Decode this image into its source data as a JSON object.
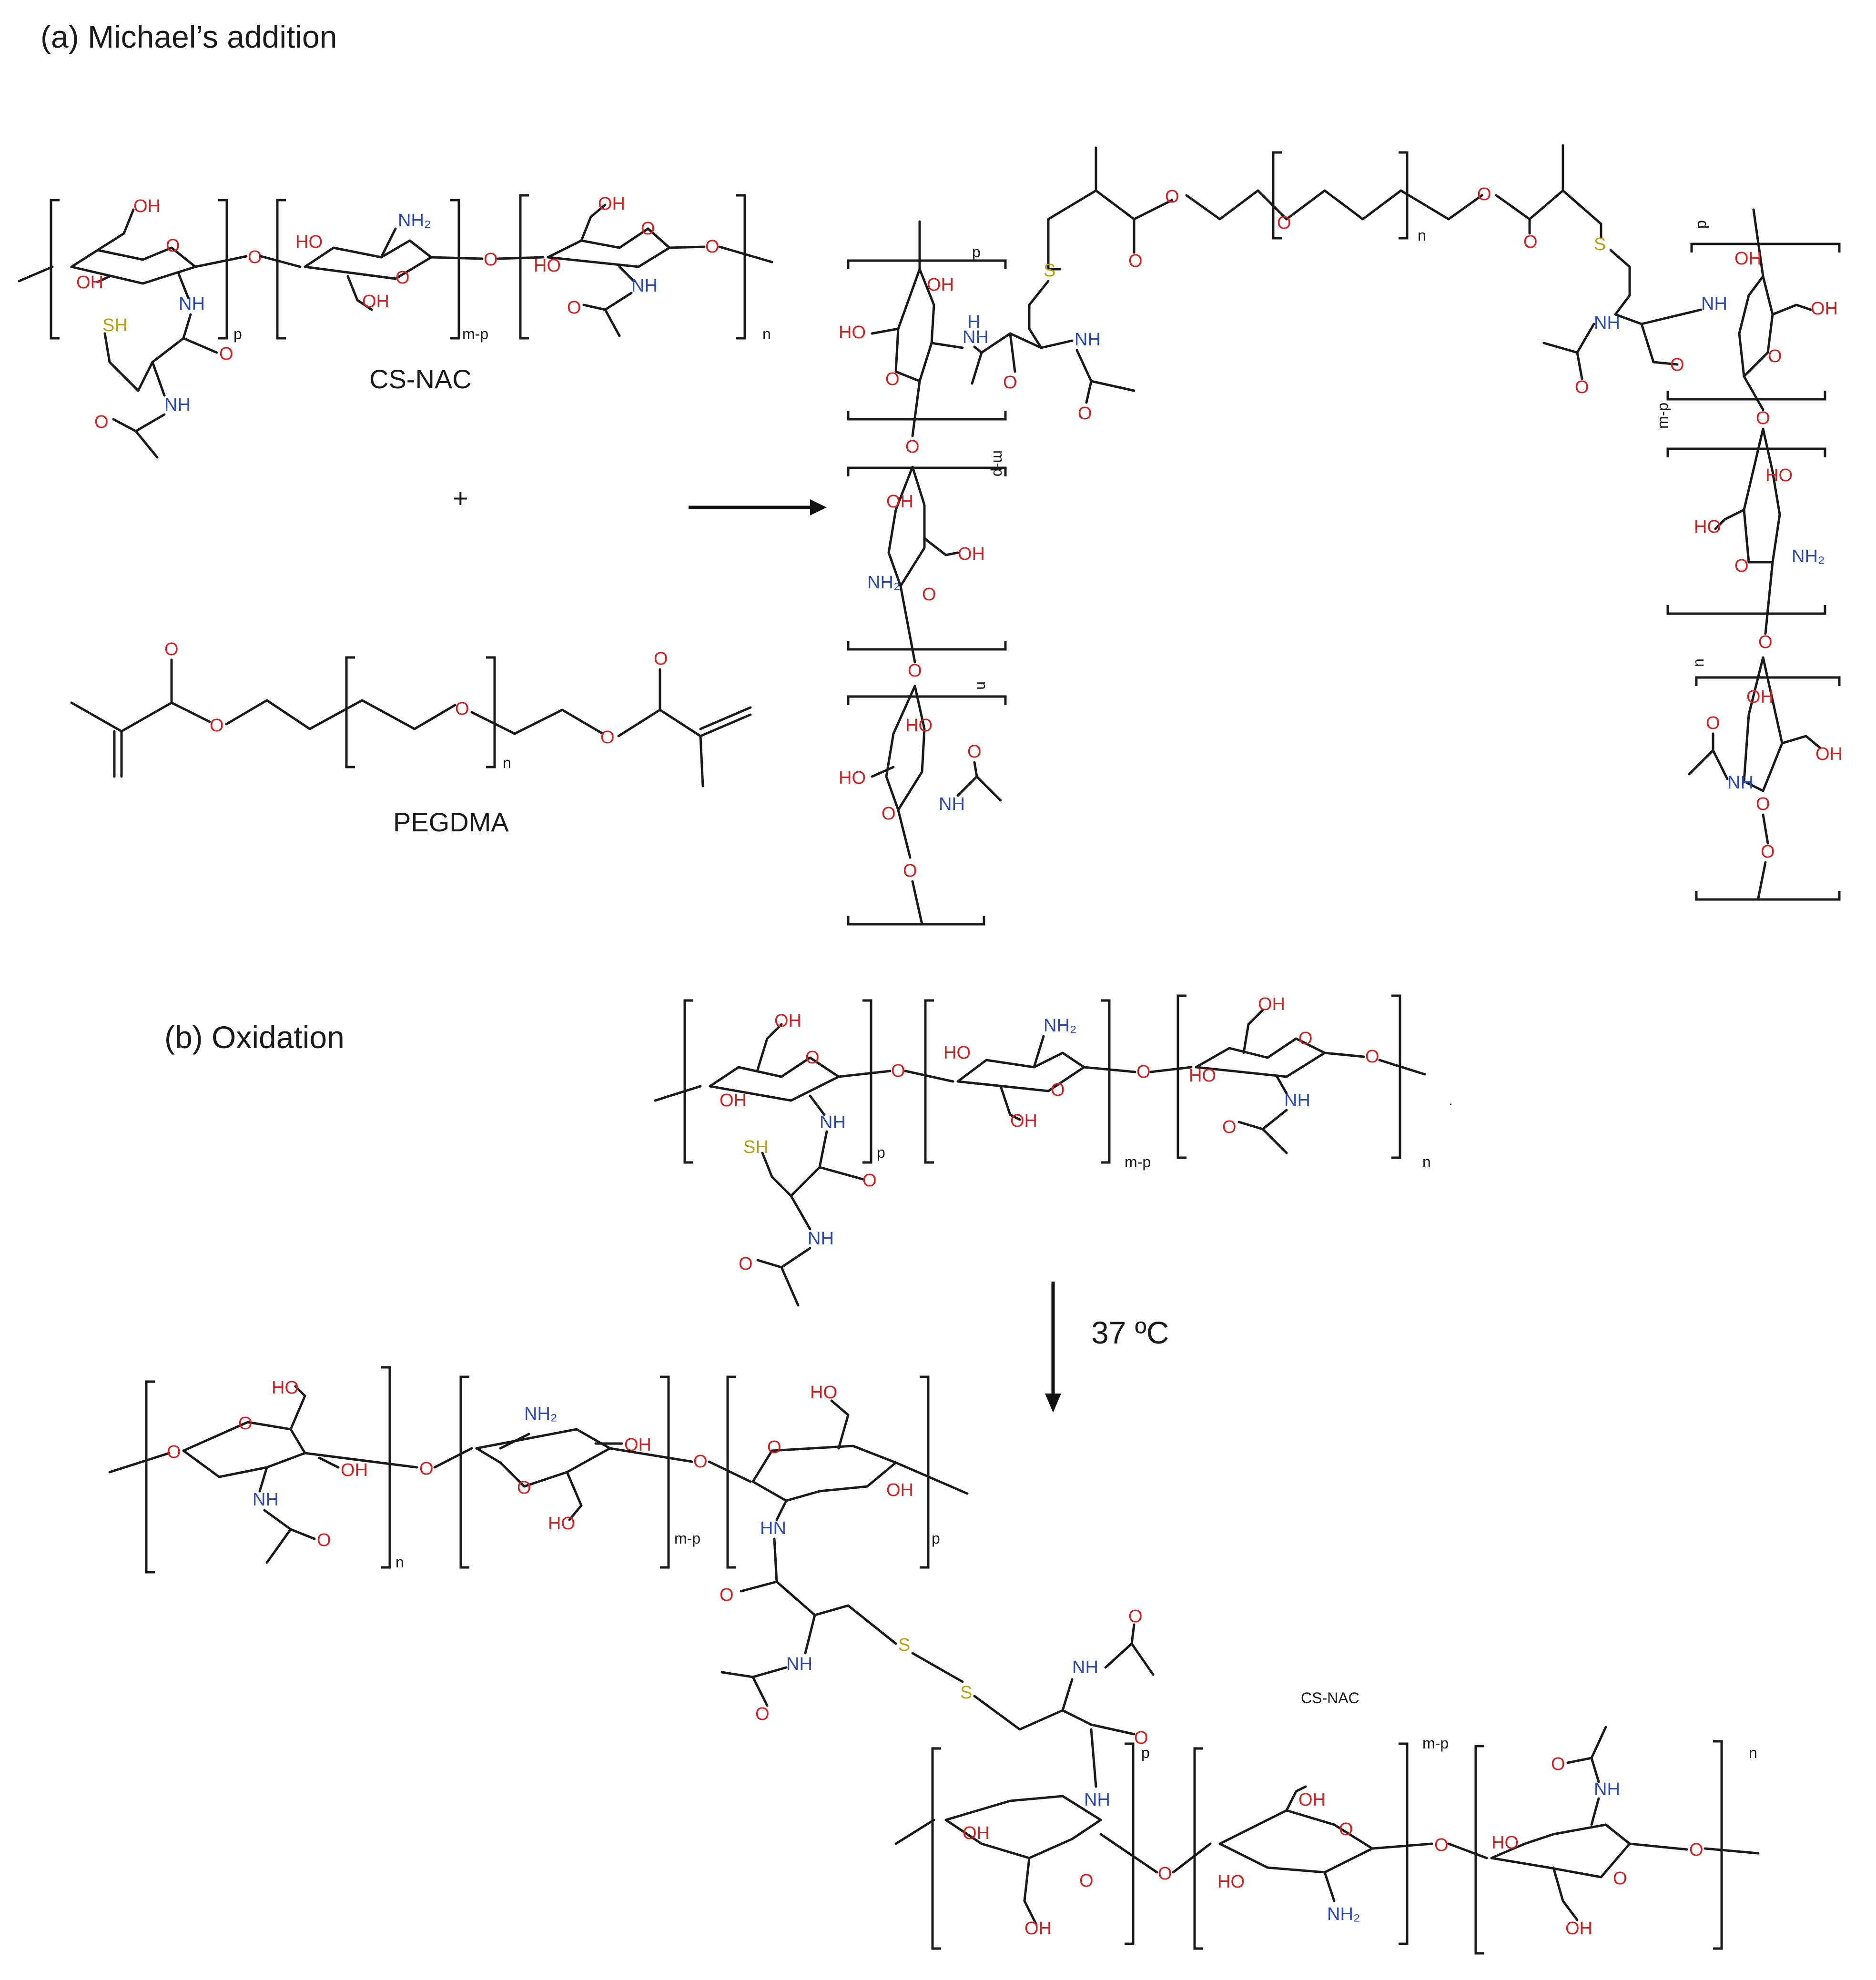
{
  "panel_a": {
    "title": "(a) Michael’s addition",
    "reactant1_name": "CS-NAC",
    "reactant2_name": "PEGDMA",
    "plus_sign": "+"
  },
  "panel_b": {
    "title": "(b) Oxidation",
    "condition": "37 ºC",
    "product_label": "CS-NAC",
    "dot": "."
  },
  "atoms": {
    "oh": "OH",
    "ho": "HO",
    "o": "O",
    "nh": "NH",
    "hn": "HN",
    "nh2": "NH₂",
    "sh": "SH",
    "s": "S",
    "h": "H"
  },
  "indices": {
    "p": "p",
    "mp": "m-p",
    "n": "n"
  },
  "colors": {
    "oxygen": "#d42020",
    "nitrogen": "#2a48b8",
    "sulfur": "#b8a010",
    "bond": "#1a1a1a"
  }
}
